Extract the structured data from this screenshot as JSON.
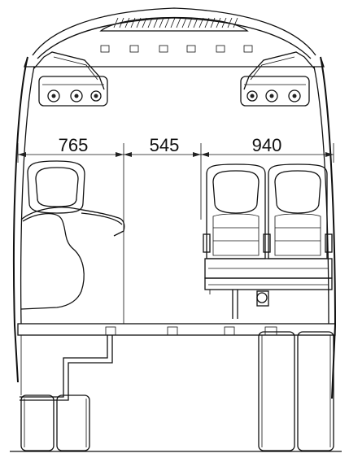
{
  "dimensions": {
    "left_width": "765",
    "aisle_width": "545",
    "right_width": "940"
  },
  "colors": {
    "line": "#111111",
    "background": "#ffffff"
  }
}
